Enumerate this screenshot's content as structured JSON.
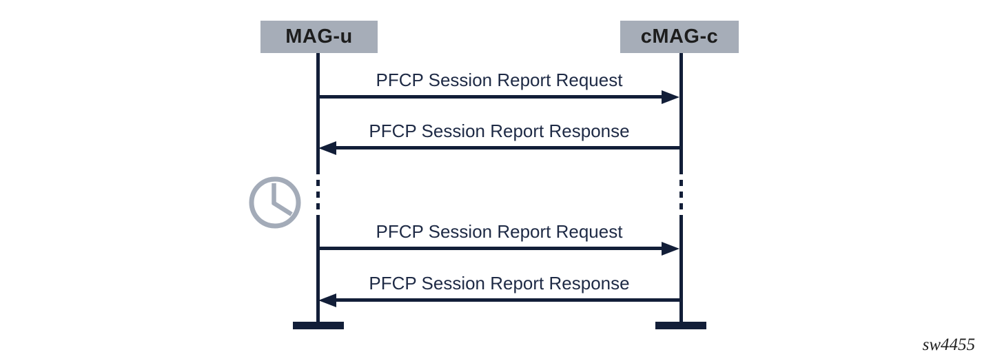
{
  "diagram": {
    "type": "sequence-diagram",
    "actors": [
      {
        "id": "mag-u",
        "label": "MAG-u"
      },
      {
        "id": "cmag-c",
        "label": "cMAG-c"
      }
    ],
    "messages": [
      {
        "label": "PFCP Session Report Request",
        "from": "MAG-u",
        "to": "cMAG-c",
        "direction": "right"
      },
      {
        "label": "PFCP Session Report Response",
        "from": "cMAG-c",
        "to": "MAG-u",
        "direction": "left"
      },
      {
        "label": "PFCP Session Report Request",
        "from": "MAG-u",
        "to": "cMAG-c",
        "direction": "right"
      },
      {
        "label": "PFCP Session Report Response",
        "from": "cMAG-c",
        "to": "MAG-u",
        "direction": "left"
      }
    ],
    "time_gap": {
      "icon": "clock-icon",
      "meaning": "elapsed time shown by dashed lifeline segments"
    },
    "watermark": "sw4455",
    "colors": {
      "line": "#121e38",
      "actor_box_fill": "#a6adb8",
      "actor_text": "#1d1d1d",
      "message_text": "#1e2a45",
      "clock_icon": "#a3abb8",
      "background": "#ffffff"
    }
  }
}
